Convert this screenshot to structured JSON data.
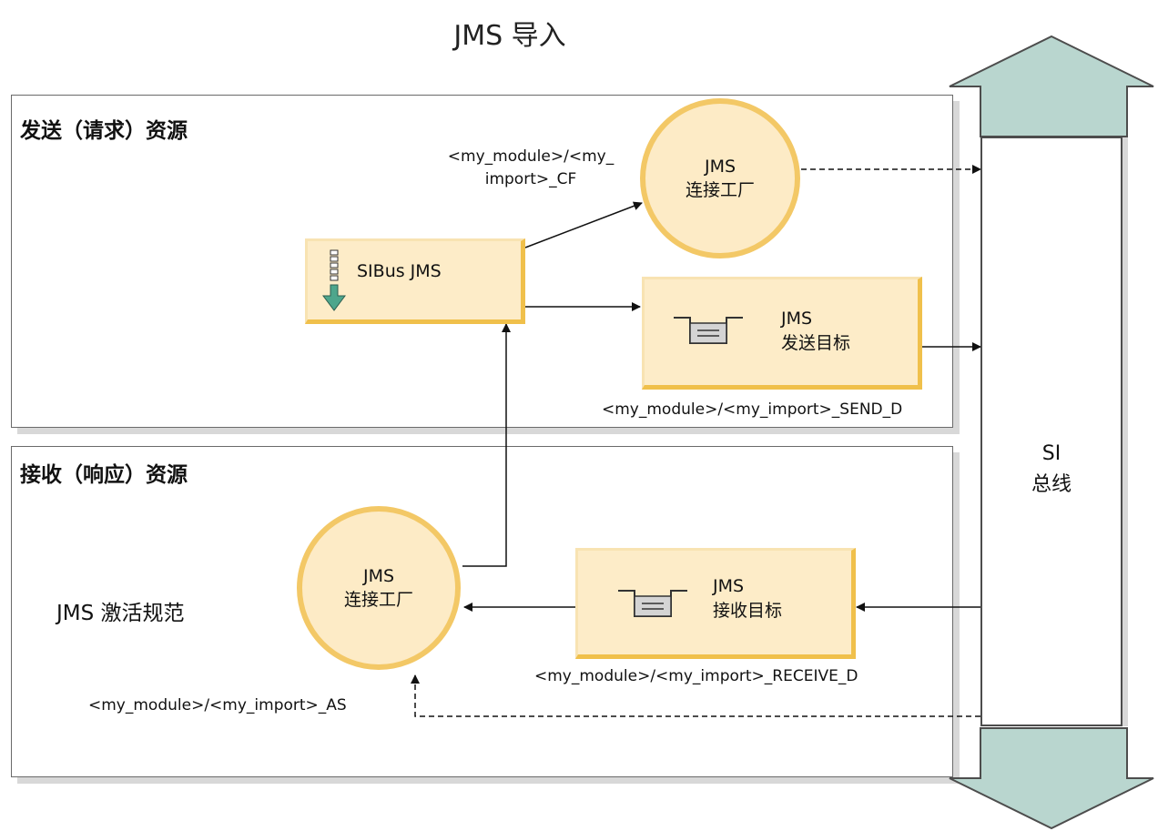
{
  "title": "JMS 导入",
  "send_panel": {
    "title": "发送（请求）资源",
    "cf_path": [
      "<my_module>/<my_",
      "import>_CF"
    ],
    "connection_factory": {
      "line1": "JMS",
      "line2": "连接工厂"
    },
    "sibus_label": "SIBus JMS",
    "send_dest": {
      "line1": "JMS",
      "line2": "发送目标"
    },
    "send_path": "<my_module>/<my_import>_SEND_D"
  },
  "receive_panel": {
    "title": "接收（响应）资源",
    "activation_label": "JMS 激活规范",
    "connection_factory": {
      "line1": "JMS",
      "line2": "连接工厂"
    },
    "receive_dest": {
      "line1": "JMS",
      "line2": "接收目标"
    },
    "receive_path": "<my_module>/<my_import>_RECEIVE_D",
    "as_path": "<my_module>/<my_import>_AS"
  },
  "bus": {
    "line1": "SI",
    "line2": "总线"
  },
  "colors": {
    "node_fill": "#fdebc6",
    "node_border": "#f0c04b",
    "bus_arrow": "#b9d6cf"
  }
}
